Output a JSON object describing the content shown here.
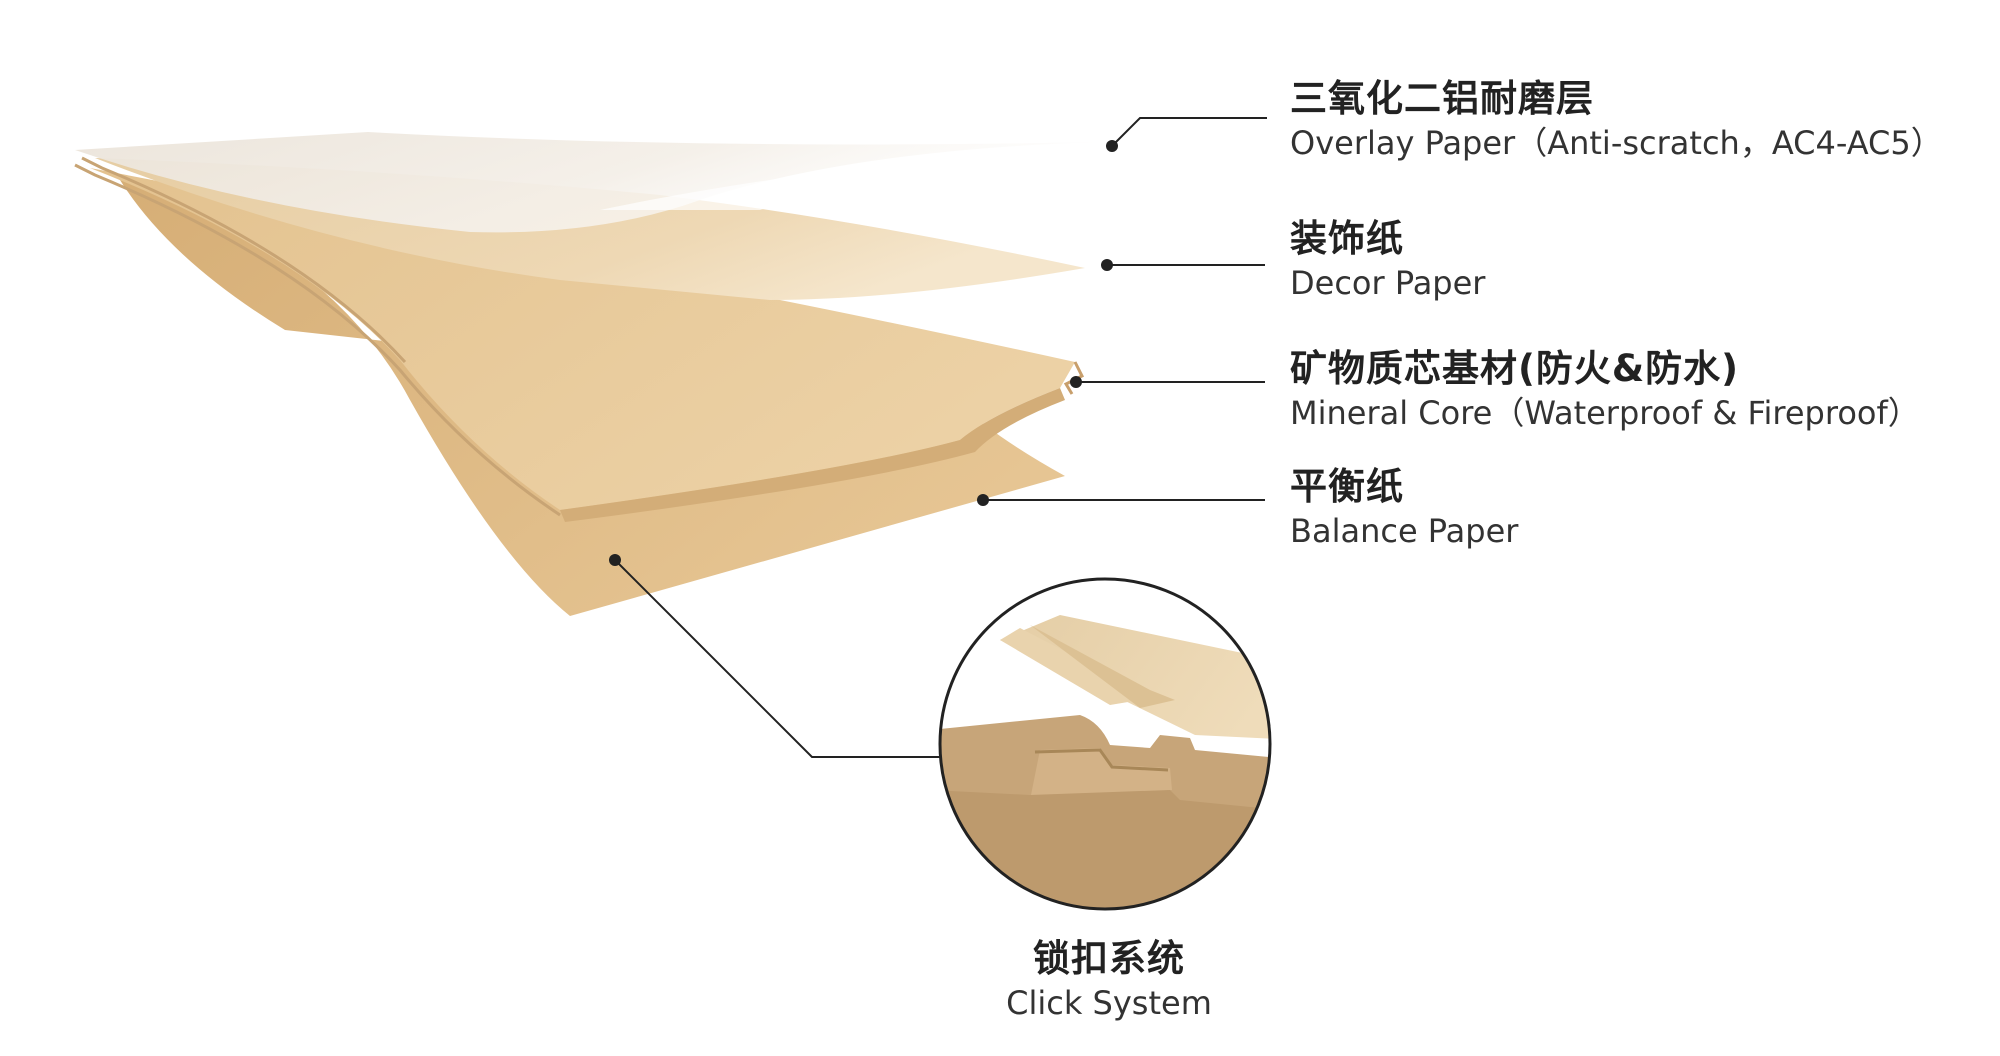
{
  "layers": [
    {
      "id": "overlay",
      "zh": "三氧化二铝耐磨层",
      "en": "Overlay Paper（Anti-scratch，AC4-AC5）"
    },
    {
      "id": "decor",
      "zh": "装饰纸",
      "en": "Decor Paper"
    },
    {
      "id": "core",
      "zh": "矿物质芯基材(防火&防水)",
      "en": "Mineral Core（Waterproof & Fireproof）"
    },
    {
      "id": "balance",
      "zh": "平衡纸",
      "en": "Balance Paper"
    }
  ],
  "click_system": {
    "zh": "锁扣系统",
    "en": "Click System"
  },
  "colors": {
    "overlay": "#f1ece4",
    "decor": "#ead2aa",
    "core": "#e6c797",
    "core_edge": "#d9b584",
    "balance": "#ddb883",
    "mdf": "#c9a77b",
    "leader": "#222222"
  }
}
